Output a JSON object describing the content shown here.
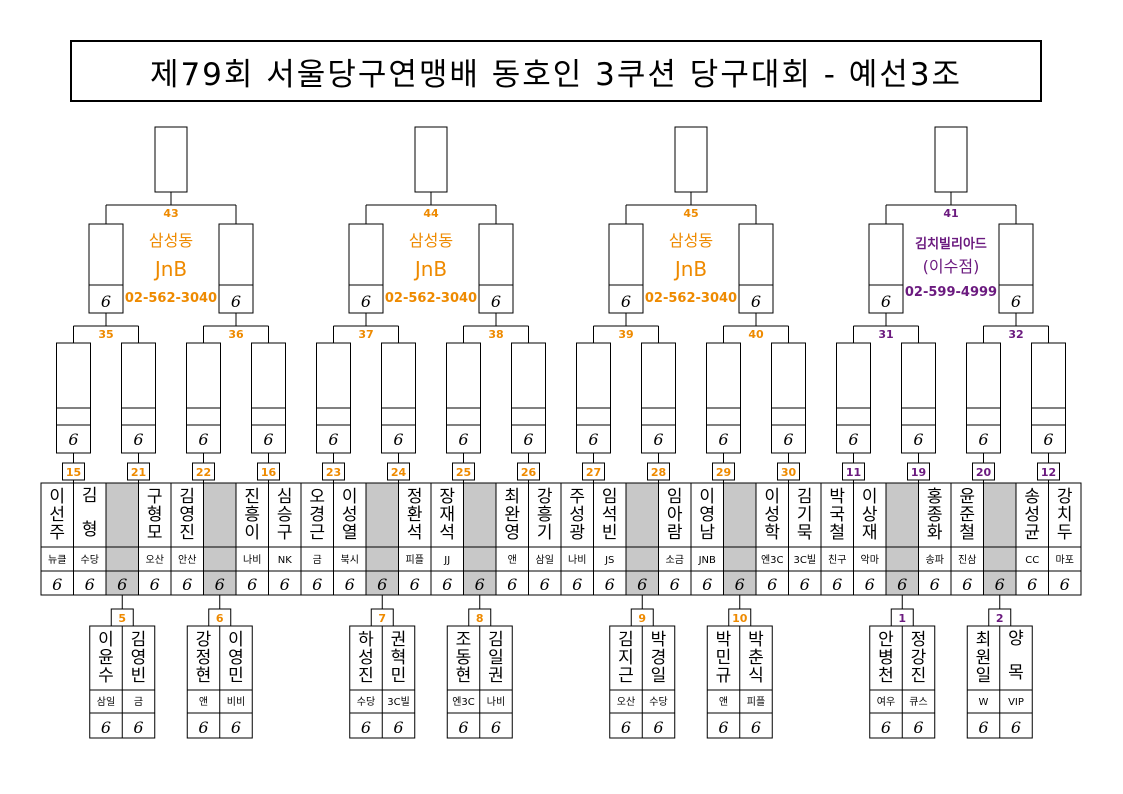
{
  "title": "제79회 서울당구연맹배 동호인 3쿠션 당구대회 - 예선3조",
  "colors": {
    "orange": "#ee8a00",
    "purple": "#6b1a7f",
    "shade": "#c8c8c8",
    "line": "#000000"
  },
  "handicap_mark": "6",
  "sponsors": [
    {
      "line1": "삼성동",
      "line2": "JnB",
      "phone": "02-562-3040",
      "color": "orange"
    },
    {
      "line1": "삼성동",
      "line2": "JnB",
      "phone": "02-562-3040",
      "color": "orange"
    },
    {
      "line1": "삼성동",
      "line2": "JnB",
      "phone": "02-562-3040",
      "color": "orange"
    },
    {
      "line1": "김치빌리아드",
      "line2": "(이수점)",
      "phone": "02-599-4999",
      "color": "purple"
    }
  ],
  "top_matches": [
    "43",
    "44",
    "45",
    "41"
  ],
  "second_matches": [
    "35",
    "36",
    "37",
    "38",
    "39",
    "40",
    "31",
    "32"
  ],
  "first_matches": [
    "15",
    "21",
    "22",
    "16",
    "23",
    "24",
    "25",
    "26",
    "27",
    "28",
    "29",
    "30",
    "11",
    "19",
    "20",
    "12"
  ],
  "first_match_colors": [
    "orange",
    "orange",
    "orange",
    "orange",
    "orange",
    "orange",
    "orange",
    "orange",
    "orange",
    "orange",
    "orange",
    "orange",
    "purple",
    "purple",
    "purple",
    "purple"
  ],
  "players": [
    {
      "name": "이선주",
      "club": "뉴클"
    },
    {
      "name": "김 형",
      "club": "수당"
    },
    {
      "name": "",
      "club": ""
    },
    {
      "name": "구형모",
      "club": "오산"
    },
    {
      "name": "김영진",
      "club": "안산"
    },
    {
      "name": "",
      "club": ""
    },
    {
      "name": "진흥이",
      "club": "나비"
    },
    {
      "name": "심승구",
      "club": "NK"
    },
    {
      "name": "오경근",
      "club": "금"
    },
    {
      "name": "이성열",
      "club": "북시"
    },
    {
      "name": "",
      "club": ""
    },
    {
      "name": "정환석",
      "club": "피플"
    },
    {
      "name": "장재석",
      "club": "JJ"
    },
    {
      "name": "",
      "club": ""
    },
    {
      "name": "최완영",
      "club": "앤"
    },
    {
      "name": "강흥기",
      "club": "삼일"
    },
    {
      "name": "주성광",
      "club": "나비"
    },
    {
      "name": "임석빈",
      "club": "JS"
    },
    {
      "name": "",
      "club": ""
    },
    {
      "name": "임아람",
      "club": "소금"
    },
    {
      "name": "이영남",
      "club": "JNB"
    },
    {
      "name": "",
      "club": ""
    },
    {
      "name": "이성학",
      "club": "엔3C"
    },
    {
      "name": "김기묵",
      "club": "3C빌"
    },
    {
      "name": "박국철",
      "club": "친구"
    },
    {
      "name": "이상재",
      "club": "악마"
    },
    {
      "name": "",
      "club": ""
    },
    {
      "name": "홍종화",
      "club": "송파"
    },
    {
      "name": "윤준철",
      "club": "진삼"
    },
    {
      "name": "",
      "club": ""
    },
    {
      "name": "송성균",
      "club": "CC"
    },
    {
      "name": "강치두",
      "club": "마포"
    }
  ],
  "prelim": [
    {
      "num": "5",
      "color": "orange",
      "p1": {
        "name": "이윤수",
        "club": "삼일"
      },
      "p2": {
        "name": "김영빈",
        "club": "금"
      }
    },
    {
      "num": "6",
      "color": "orange",
      "p1": {
        "name": "강정현",
        "club": "앤"
      },
      "p2": {
        "name": "이영민",
        "club": "비비"
      }
    },
    {
      "num": "7",
      "color": "orange",
      "p1": {
        "name": "하성진",
        "club": "수당"
      },
      "p2": {
        "name": "권혁민",
        "club": "3C빌"
      }
    },
    {
      "num": "8",
      "color": "orange",
      "p1": {
        "name": "조동현",
        "club": "엔3C"
      },
      "p2": {
        "name": "김일권",
        "club": "나비"
      }
    },
    {
      "num": "9",
      "color": "orange",
      "p1": {
        "name": "김지근",
        "club": "오산"
      },
      "p2": {
        "name": "박경일",
        "club": "수당"
      }
    },
    {
      "num": "10",
      "color": "orange",
      "p1": {
        "name": "박민규",
        "club": "앤"
      },
      "p2": {
        "name": "박춘식",
        "club": "피플"
      }
    },
    {
      "num": "1",
      "color": "purple",
      "p1": {
        "name": "안병천",
        "club": "여우"
      },
      "p2": {
        "name": "정강진",
        "club": "큐스"
      }
    },
    {
      "num": "2",
      "color": "purple",
      "p1": {
        "name": "최원일",
        "club": "W"
      },
      "p2": {
        "name": "양 목",
        "club": "VIP"
      }
    }
  ]
}
